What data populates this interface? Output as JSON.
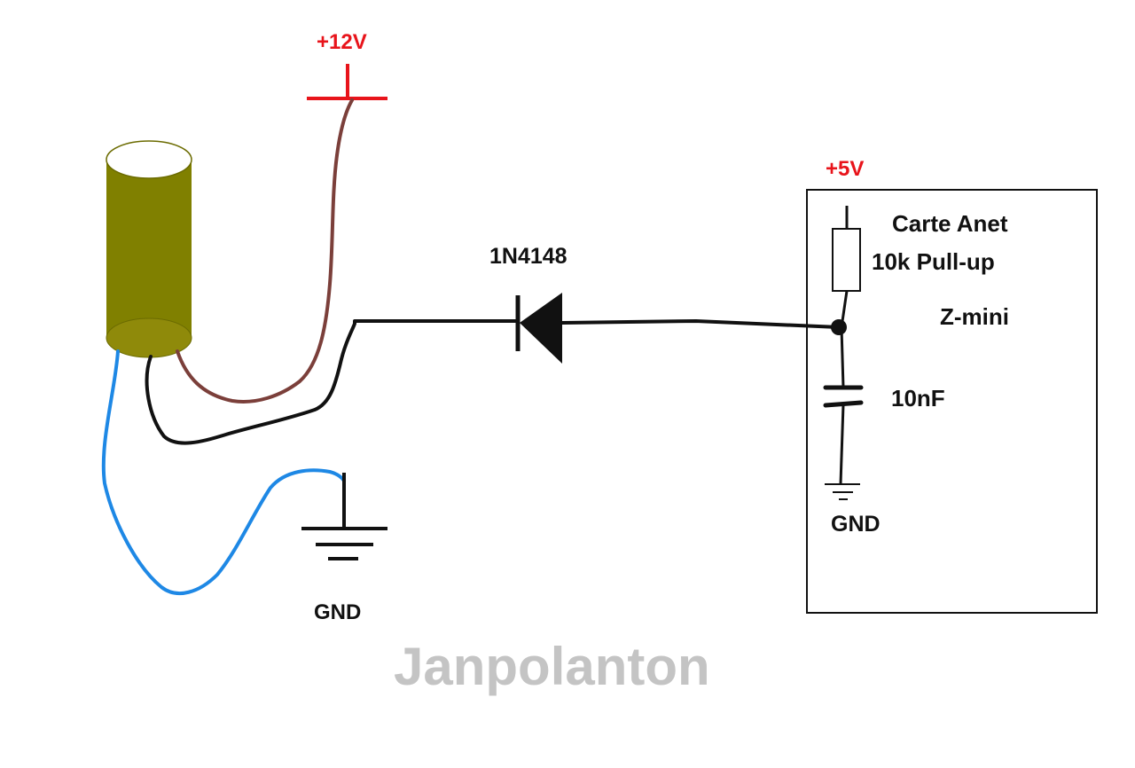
{
  "labels": {
    "v12": "+12V",
    "v5": "+5V",
    "diode": "1N4148",
    "board_line1": "Carte Anet",
    "board_line2": "10k Pull-up",
    "board_line3": "Z-mini",
    "capacitor": "10nF",
    "gnd_left": "GND",
    "gnd_right": "GND",
    "watermark": "Janpolanton"
  },
  "colors": {
    "power": "#e8141b",
    "wire_brown": "#7b3f3a",
    "wire_black": "#111111",
    "wire_blue": "#1e88e5",
    "sensor_body": "#808000",
    "watermark": "#c4c4c4"
  }
}
